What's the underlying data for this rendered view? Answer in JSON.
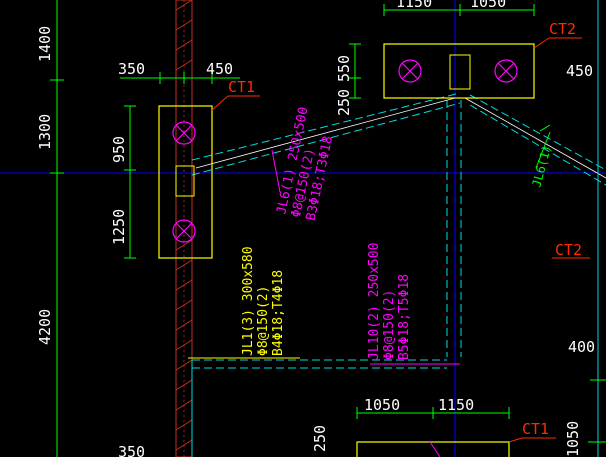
{
  "colors": {
    "background": "#000000",
    "dim_text": "#ffffff",
    "dim_line": "#00ff00",
    "cap_outline": "#ffff00",
    "cap_label": "#ff2a00",
    "beam_label_yellow": "#ffff00",
    "beam_label_magenta": "#ff00ff",
    "beam_dash": "#00dcdc",
    "axis_line": "#0000ff",
    "wall_hatch": "#c03020",
    "pile_mark": "#ff00ff"
  },
  "dimensions": {
    "top_left_vertical_1": "1400",
    "top_left_vertical_2": "1300",
    "top_left_vertical_3": "4200",
    "col_left_350": "350",
    "col_left_450": "450",
    "cap1_height_950": "950",
    "cap1_height_1250": "1250",
    "cap2_vertical_250": "250",
    "cap2_vertical_550": "550",
    "top_right_450": "450",
    "top_1150": "1150",
    "top_1050": "1050",
    "right_400": "400",
    "bottom_1050": "1050",
    "bottom_1150": "1150",
    "bottom_left_250": "250",
    "bottom_right_1050": "1050",
    "bottom_edge_350": "350"
  },
  "caps": {
    "ct1_top": "CT1",
    "ct2_top": "CT2",
    "ct2_right": "CT2",
    "ct1_bottom": "CT1"
  },
  "beams": {
    "jl6_upper": {
      "line1": "JL6(1) 250x500",
      "line2": "Φ8@150(2)",
      "line3": "B3Φ18;T3Φ18"
    },
    "jl6_right": "JL6(1)",
    "jl1": {
      "line1": "JL1(3) 300x580",
      "line2": "Φ8@150(2)",
      "line3": "B4Φ18;T4Φ18"
    },
    "jl10": {
      "line1": "JL10(2) 250x500",
      "line2": "Φ8@150(2)",
      "line3": "B5Φ18;T5Φ18"
    }
  }
}
